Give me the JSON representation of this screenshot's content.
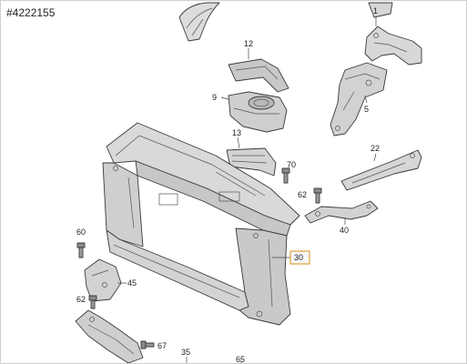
{
  "part_id": "#4222155",
  "highlight_color": "#e0a23a",
  "callouts": {
    "c1": "1",
    "c5": "5",
    "c9": "9",
    "c12": "12",
    "c13": "13",
    "c22": "22",
    "c30": "30",
    "c35": "35",
    "c40": "40",
    "c45": "45",
    "c60": "60",
    "c62a": "62",
    "c62b": "62",
    "c65": "65",
    "c67": "67",
    "c70": "70"
  }
}
